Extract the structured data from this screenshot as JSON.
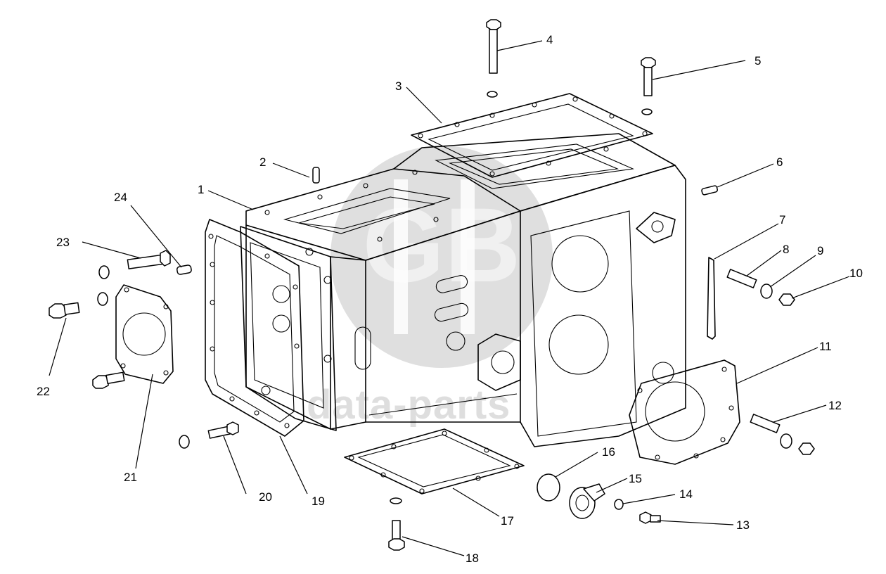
{
  "watermark": {
    "logo": "GB",
    "text": "data-parts"
  },
  "callouts": [
    {
      "label": "1"
    },
    {
      "label": "2"
    },
    {
      "label": "3"
    },
    {
      "label": "4"
    },
    {
      "label": "5"
    },
    {
      "label": "6"
    },
    {
      "label": "7"
    },
    {
      "label": "8"
    },
    {
      "label": "9"
    },
    {
      "label": "10"
    },
    {
      "label": "11"
    },
    {
      "label": "12"
    },
    {
      "label": "13"
    },
    {
      "label": "14"
    },
    {
      "label": "15"
    },
    {
      "label": "16"
    },
    {
      "label": "17"
    },
    {
      "label": "18"
    },
    {
      "label": "19"
    },
    {
      "label": "20"
    },
    {
      "label": "21"
    },
    {
      "label": "22"
    },
    {
      "label": "23"
    },
    {
      "label": "24"
    }
  ]
}
